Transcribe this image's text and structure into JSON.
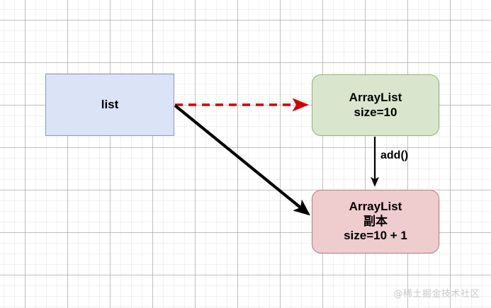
{
  "diagram": {
    "title": "ArrayList copy-on-write add() diagram",
    "background": {
      "color": "#ffffff",
      "grid_major_color": "#969696",
      "grid_minor_color": "#aaaaaa"
    },
    "nodes": [
      {
        "id": "list",
        "label": "list",
        "shape": "rectangle",
        "fill": "#dbe3f7",
        "stroke": "#8a94c8"
      },
      {
        "id": "arraylist",
        "line1": "ArrayList",
        "line2": "size=10",
        "shape": "rounded-rectangle",
        "fill": "#d9e6cd",
        "stroke": "#93b06a"
      },
      {
        "id": "arraylist_copy",
        "line1": "ArrayList",
        "line2": "副本",
        "line3": "size=10 + 1",
        "shape": "rounded-rectangle",
        "fill": "#efccce",
        "stroke": "#c0777f"
      }
    ],
    "edges": [
      {
        "id": "list-to-arraylist",
        "from": "list",
        "to": "arraylist",
        "style": "dashed",
        "color": "#d00000",
        "label": ""
      },
      {
        "id": "arraylist-to-copy",
        "from": "arraylist",
        "to": "arraylist_copy",
        "style": "solid",
        "color": "#000000",
        "label": "add()"
      },
      {
        "id": "list-to-copy",
        "from": "list",
        "to": "arraylist_copy",
        "style": "solid-thick",
        "color": "#000000",
        "label": ""
      }
    ],
    "watermark": "@稀土掘金技术社区"
  }
}
